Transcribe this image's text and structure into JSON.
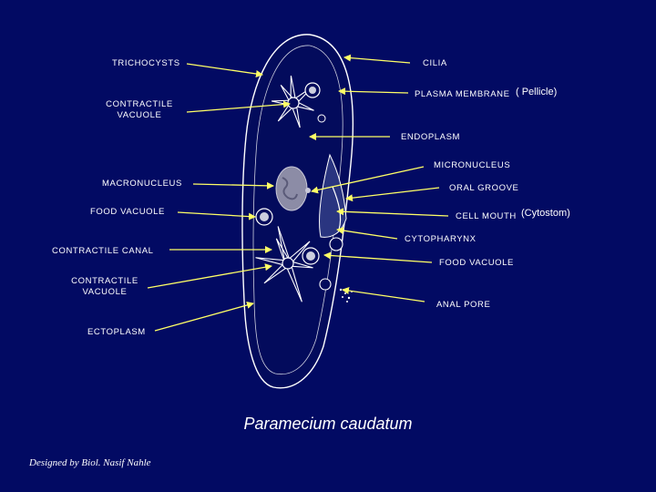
{
  "labels": {
    "trichocysts": "TRICHOCYSTS",
    "contractile_vacuole_top_1": "CONTRACTILE",
    "contractile_vacuole_top_2": "VACUOLE",
    "macronucleus": "MACRONUCLEUS",
    "food_vacuole_left": "FOOD VACUOLE",
    "contractile_canal": "CONTRACTILE CANAL",
    "contractile_vacuole_bottom_1": "CONTRACTILE",
    "contractile_vacuole_bottom_2": "VACUOLE",
    "ectoplasm": "ECTOPLASM",
    "cilia": "CILIA",
    "plasma_membrane": "PLASMA MEMBRANE",
    "pellicle": "( Pellicle)",
    "endoplasm": "ENDOPLASM",
    "micronucleus": "MICRONUCLEUS",
    "oral_groove": "ORAL GROOVE",
    "cell_mouth": "CELL MOUTH",
    "cytostom": "(Cytostom)",
    "cytopharynx": "CYTOPHARYNX",
    "food_vacuole_right": "FOOD VACUOLE",
    "anal_pore": "ANAL PORE"
  },
  "title": "Paramecium caudatum",
  "credit": "Designed by Biol. Nasif Nahle",
  "colors": {
    "background": "#020a63",
    "arrow": "#ffff66",
    "outline": "#ffffff"
  }
}
